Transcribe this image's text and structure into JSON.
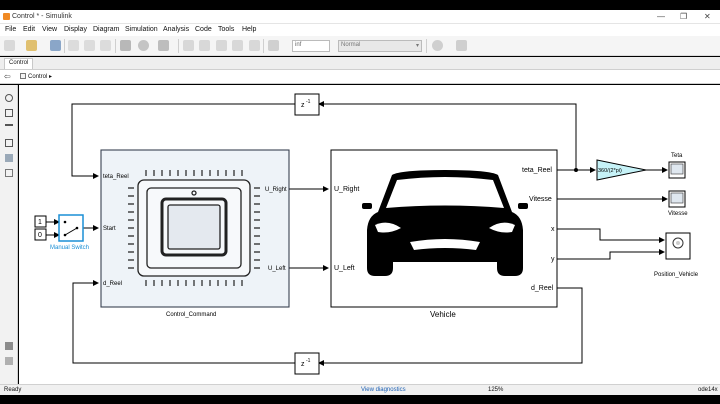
{
  "window": {
    "title": "Control * - Simulink",
    "minimize_glyph": "—",
    "maximize_glyph": "❐",
    "close_glyph": "✕"
  },
  "menu": [
    "File",
    "Edit",
    "View",
    "Display",
    "Diagram",
    "Simulation",
    "Analysis",
    "Code",
    "Tools",
    "Help"
  ],
  "toolbar": {
    "stop_time": "inf",
    "sim_mode": "Normal",
    "dropdown_glyph": "▾"
  },
  "tab": {
    "label": "Control"
  },
  "address": {
    "back_glyph": "⇦",
    "crumb": "Control ▸"
  },
  "diagram": {
    "delay_label_base": "z",
    "delay_label_exp": "-1",
    "const_1": "1",
    "const_0": "0",
    "manual_switch": "Manual Switch",
    "control_block": {
      "name": "Control_Command",
      "in_teta": "teta_Reel",
      "in_start": "Start",
      "in_dreel": "d_Reel",
      "out_right": "U_Right",
      "out_left": "U_Left"
    },
    "vehicle_block": {
      "name": "Vehicle",
      "in_right": "U_Right",
      "in_left": "U_Left",
      "out_teta": "teta_Reel",
      "out_vitesse": "Vitesse",
      "out_x": "x",
      "out_y": "y",
      "out_dreel": "d_Reel"
    },
    "gain": "360/(2*pi)",
    "scope_teta": "Teta",
    "scope_vitesse": "Vitesse",
    "scope_position": "Position_Vehicle"
  },
  "status": {
    "ready": "Ready",
    "diagnostics": "View diagnostics",
    "zoom": "125%",
    "solver": "ode14x"
  },
  "colors": {
    "switch_accent": "#1a8fd6",
    "gain_fill": "#c6f2f7",
    "diag_link": "#1a5fb4"
  }
}
